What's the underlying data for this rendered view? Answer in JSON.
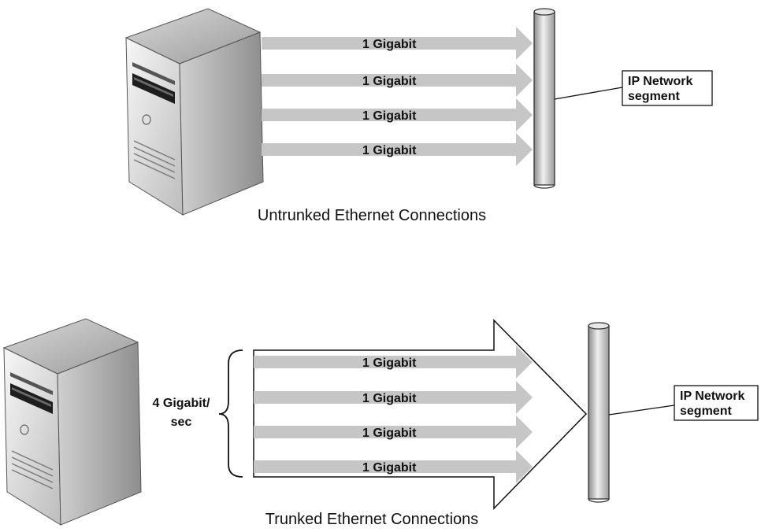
{
  "untrunked": {
    "link_labels": [
      "1 Gigabit",
      "1 Gigabit",
      "1 Gigabit",
      "1 Gigabit"
    ],
    "caption": "Untrunked Ethernet Connections",
    "network_label_line1": "IP Network",
    "network_label_line2": "segment"
  },
  "trunked": {
    "link_labels": [
      "1 Gigabit",
      "1 Gigabit",
      "1 Gigabit",
      "1 Gigabit"
    ],
    "bandwidth_line1": "4 Gigabit/",
    "bandwidth_line2": "sec",
    "caption": "Trunked Ethernet Connections",
    "network_label_line1": "IP Network",
    "network_label_line2": "segment"
  },
  "colors": {
    "link_gray": "#c6c6c6",
    "stroke": "#111111"
  }
}
